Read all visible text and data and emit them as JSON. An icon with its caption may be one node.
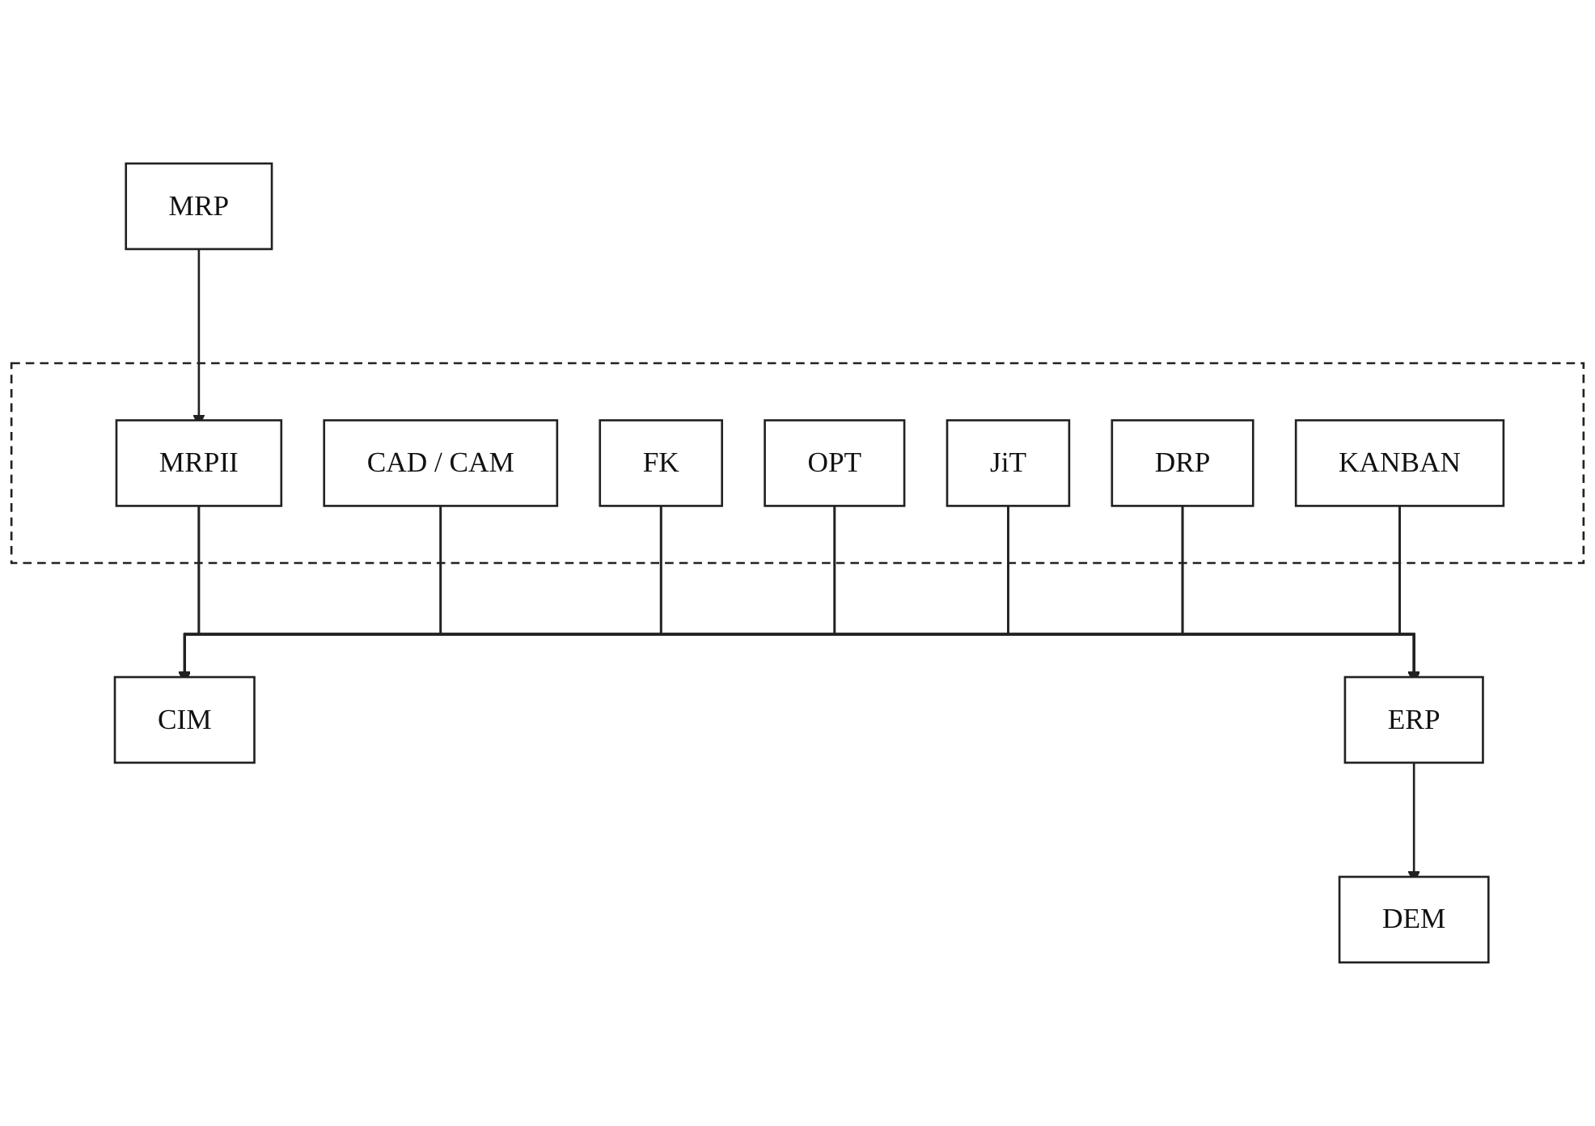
{
  "diagram": {
    "nodes": [
      {
        "text": [],
        "shape": "box"
      },
      {
        "text": [
          "CAD / CAM"
        ],
        "in": 0
      },
      {
        "text": [
          "FK"
        ],
        "in": 0
      },
      {
        "text": [
          "OPT"
        ],
        "in": 0
      },
      {
        "text": [
          "MRP"
        ]
      },
      {
        "text": [
          "MRPII"
        ],
        "in": 0
      },
      {
        "text": [
          "CIM"
        ]
      },
      {
        "text": [
          "JiT"
        ],
        "in": 0
      },
      {
        "text": [
          "ERP"
        ]
      },
      {
        "text": [
          "DEM"
        ]
      },
      {
        "text": [
          "DRP"
        ],
        "in": 0
      },
      {
        "text": [
          "KANBAN"
        ],
        "in": 0
      }
    ],
    "edges": [
      {
        "from": 4,
        "to": 5,
        "arrow": "to"
      },
      {
        "from": 5,
        "to": 6,
        "arrow": "to"
      },
      {
        "from": 5,
        "to": 8,
        "arrow": "to"
      },
      {
        "from": 1,
        "to": 6,
        "arrow": "to"
      },
      {
        "from": 1,
        "to": 8,
        "arrow": "to"
      },
      {
        "from": 2,
        "to": 6,
        "arrow": "to"
      },
      {
        "from": 2,
        "to": 8,
        "arrow": "to"
      },
      {
        "from": 3,
        "to": 6,
        "arrow": "to"
      },
      {
        "from": 3,
        "to": 8,
        "arrow": "to"
      },
      {
        "from": 7,
        "to": 6,
        "arrow": "to"
      },
      {
        "from": 7,
        "to": 8,
        "arrow": "to"
      },
      {
        "from": 10,
        "to": 6,
        "arrow": "to"
      },
      {
        "from": 10,
        "to": 8,
        "arrow": "to"
      },
      {
        "from": 11,
        "to": 6,
        "arrow": "to"
      },
      {
        "from": 11,
        "to": 8,
        "arrow": "to"
      },
      {
        "from": 8,
        "to": 9,
        "arrow": "to"
      }
    ]
  }
}
